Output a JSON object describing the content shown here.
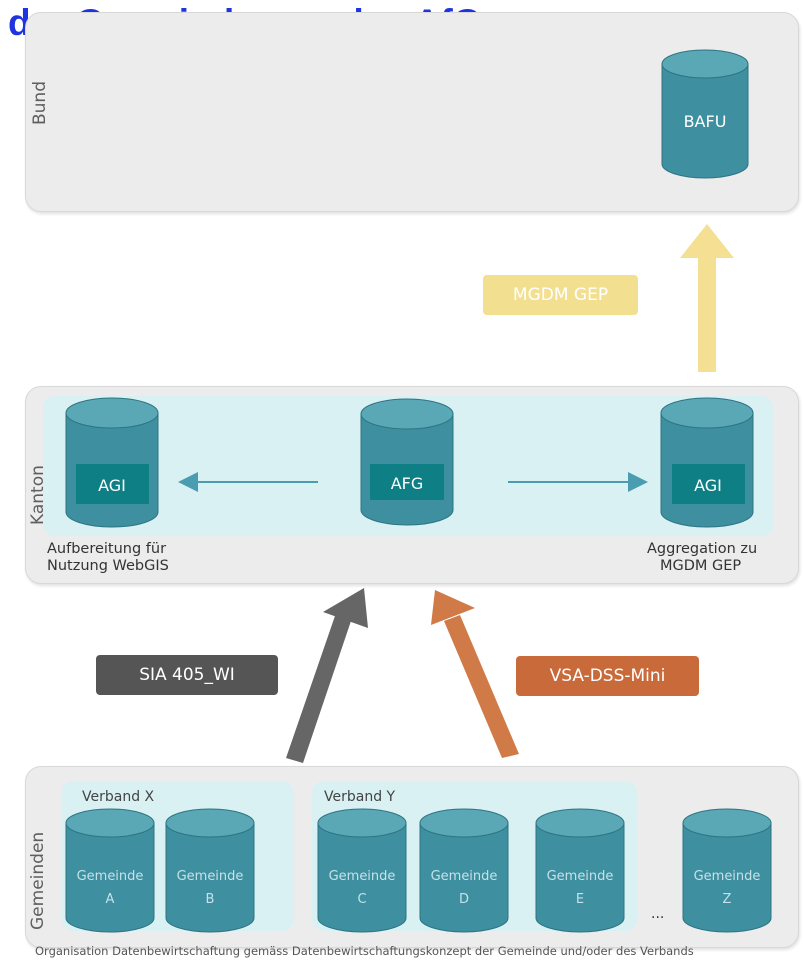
{
  "title": "der Gemeinden an das AfG",
  "bands": {
    "bund": "Bund",
    "kanton": "Kanton",
    "gemeinden": "Gemeinden"
  },
  "bund": {
    "db": "BAFU"
  },
  "kanton": {
    "db_left": "AGI",
    "db_center": "AFG",
    "db_right": "AGI",
    "caption_left_1": "Aufbereitung für",
    "caption_left_2": "Nutzung WebGIS",
    "caption_right_1": "Aggregation zu",
    "caption_right_2": "MGDM GEP"
  },
  "flows": {
    "mgdm": "MGDM GEP",
    "sia": "SIA 405_WI",
    "vsa": "VSA-DSS-Mini"
  },
  "gemeinden": {
    "verband_x": "Verband X",
    "verband_y": "Verband Y",
    "ellipsis": "...",
    "items": [
      {
        "name": "Gemeinde",
        "letter": "A"
      },
      {
        "name": "Gemeinde",
        "letter": "B"
      },
      {
        "name": "Gemeinde",
        "letter": "C"
      },
      {
        "name": "Gemeinde",
        "letter": "D"
      },
      {
        "name": "Gemeinde",
        "letter": "E"
      },
      {
        "name": "Gemeinde",
        "letter": "Z"
      }
    ]
  },
  "footer": "Organisation Datenbewirtschaftung gemäss Datenbewirtschaftungskonzept der Gemeinde und/oder des Verbands",
  "colors": {
    "title": "#1f33e0",
    "cylinder": "#3e8fa0",
    "cylinder_top": "#5aa7b6",
    "agi_box": "#0f7f86",
    "mgdm": "#f0d98a",
    "sia": "#555555",
    "vsa": "#c96a3a"
  }
}
